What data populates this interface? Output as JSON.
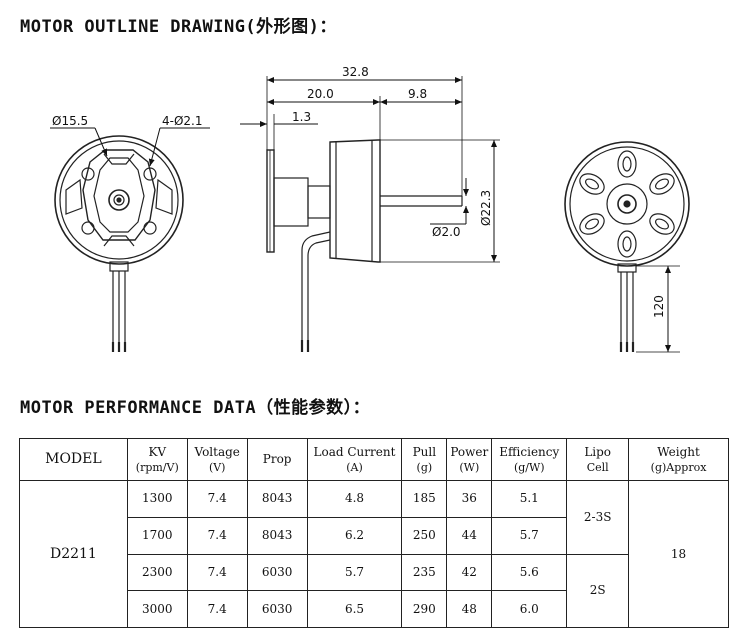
{
  "headings": {
    "outline": "MOTOR OUTLINE DRAWING(外形图)：",
    "performance": "MOTOR PERFORMANCE DATA（性能参数）："
  },
  "drawing": {
    "front": {
      "diameter": "Ø15.5",
      "holes": "4-Ø2.1"
    },
    "side": {
      "overall": "32.8",
      "body": "20.0",
      "shaft_len": "9.8",
      "flange": "1.3",
      "body_dia": "Ø22.3",
      "shaft_dia": "Ø2.0"
    },
    "rear": {
      "lead_len": "120"
    }
  },
  "table": {
    "headers": [
      {
        "main": "MODEL",
        "sub": ""
      },
      {
        "main": "KV",
        "sub": "(rpm/V)"
      },
      {
        "main": "Voltage",
        "sub": "(V)"
      },
      {
        "main": "Prop",
        "sub": ""
      },
      {
        "main": "Load Current",
        "sub": "(A)"
      },
      {
        "main": "Pull",
        "sub": "(g)"
      },
      {
        "main": "Power",
        "sub": "(W)"
      },
      {
        "main": "Efficiency",
        "sub": "(g/W)"
      },
      {
        "main": "Lipo",
        "sub": "Cell"
      },
      {
        "main": "Weight",
        "sub": "(g)Approx"
      }
    ],
    "model": "D2211",
    "rows": [
      {
        "kv": "1300",
        "voltage": "7.4",
        "prop": "8043",
        "current": "4.8",
        "pull": "185",
        "power": "36",
        "efficiency": "5.1"
      },
      {
        "kv": "1700",
        "voltage": "7.4",
        "prop": "8043",
        "current": "6.2",
        "pull": "250",
        "power": "44",
        "efficiency": "5.7"
      },
      {
        "kv": "2300",
        "voltage": "7.4",
        "prop": "6030",
        "current": "5.7",
        "pull": "235",
        "power": "42",
        "efficiency": "5.6"
      },
      {
        "kv": "3000",
        "voltage": "7.4",
        "prop": "6030",
        "current": "6.5",
        "pull": "290",
        "power": "48",
        "efficiency": "6.0"
      }
    ],
    "cells_a": "2-3S",
    "cells_b": "2S",
    "weight": "18"
  }
}
